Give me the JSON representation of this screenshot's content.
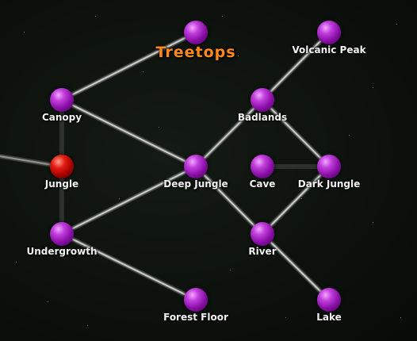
{
  "nodes": [
    {
      "id": "treetops",
      "label": "Treetops",
      "color": "purple",
      "highlight": true
    },
    {
      "id": "volcanic-peak",
      "label": "Volcanic Peak",
      "color": "purple"
    },
    {
      "id": "canopy",
      "label": "Canopy",
      "color": "purple"
    },
    {
      "id": "badlands",
      "label": "Badlands",
      "color": "purple"
    },
    {
      "id": "jungle",
      "label": "Jungle",
      "color": "red",
      "current": true
    },
    {
      "id": "deep-jungle",
      "label": "Deep Jungle",
      "color": "purple"
    },
    {
      "id": "cave",
      "label": "Cave",
      "color": "purple"
    },
    {
      "id": "dark-jungle",
      "label": "Dark Jungle",
      "color": "purple"
    },
    {
      "id": "undergrowth",
      "label": "Undergrowth",
      "color": "purple"
    },
    {
      "id": "river",
      "label": "River",
      "color": "purple"
    },
    {
      "id": "forest-floor",
      "label": "Forest Floor",
      "color": "purple"
    },
    {
      "id": "lake",
      "label": "Lake",
      "color": "purple"
    }
  ],
  "links": [
    [
      "treetops",
      "canopy"
    ],
    [
      "canopy",
      "jungle"
    ],
    [
      "canopy",
      "deep-jungle"
    ],
    [
      "jungle",
      "undergrowth"
    ],
    [
      "jungle",
      "offscreen-west"
    ],
    [
      "undergrowth",
      "deep-jungle"
    ],
    [
      "undergrowth",
      "forest-floor"
    ],
    [
      "deep-jungle",
      "badlands"
    ],
    [
      "deep-jungle",
      "river"
    ],
    [
      "badlands",
      "volcanic-peak"
    ],
    [
      "badlands",
      "dark-jungle"
    ],
    [
      "cave",
      "dark-jungle"
    ],
    [
      "dark-jungle",
      "river"
    ],
    [
      "river",
      "lake"
    ]
  ],
  "colors": {
    "highlight_label": "#ff8a1a",
    "label": "#f2f2f2",
    "link": "#d8d8d8",
    "background": "#0b0f0b"
  }
}
